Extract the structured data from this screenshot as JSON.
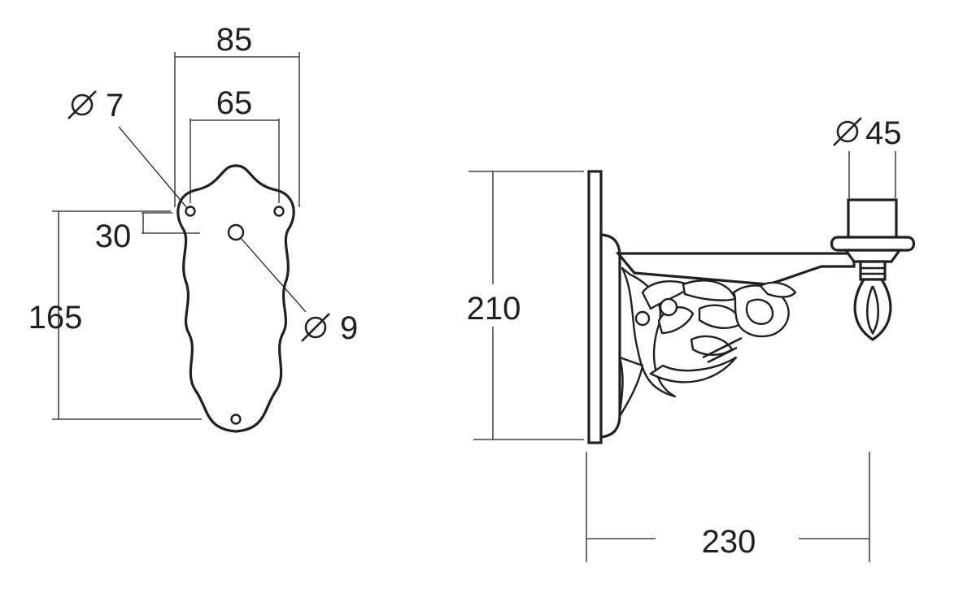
{
  "front_view": {
    "dim_85": "85",
    "dim_65": "65",
    "dim_hole_7": "7",
    "dim_30": "30",
    "dim_165": "165",
    "dim_hole_9": "9"
  },
  "side_view": {
    "dim_45": "45",
    "dim_210": "210",
    "dim_230": "230"
  },
  "colors": {
    "line": "#231f20",
    "background": "#ffffff"
  }
}
